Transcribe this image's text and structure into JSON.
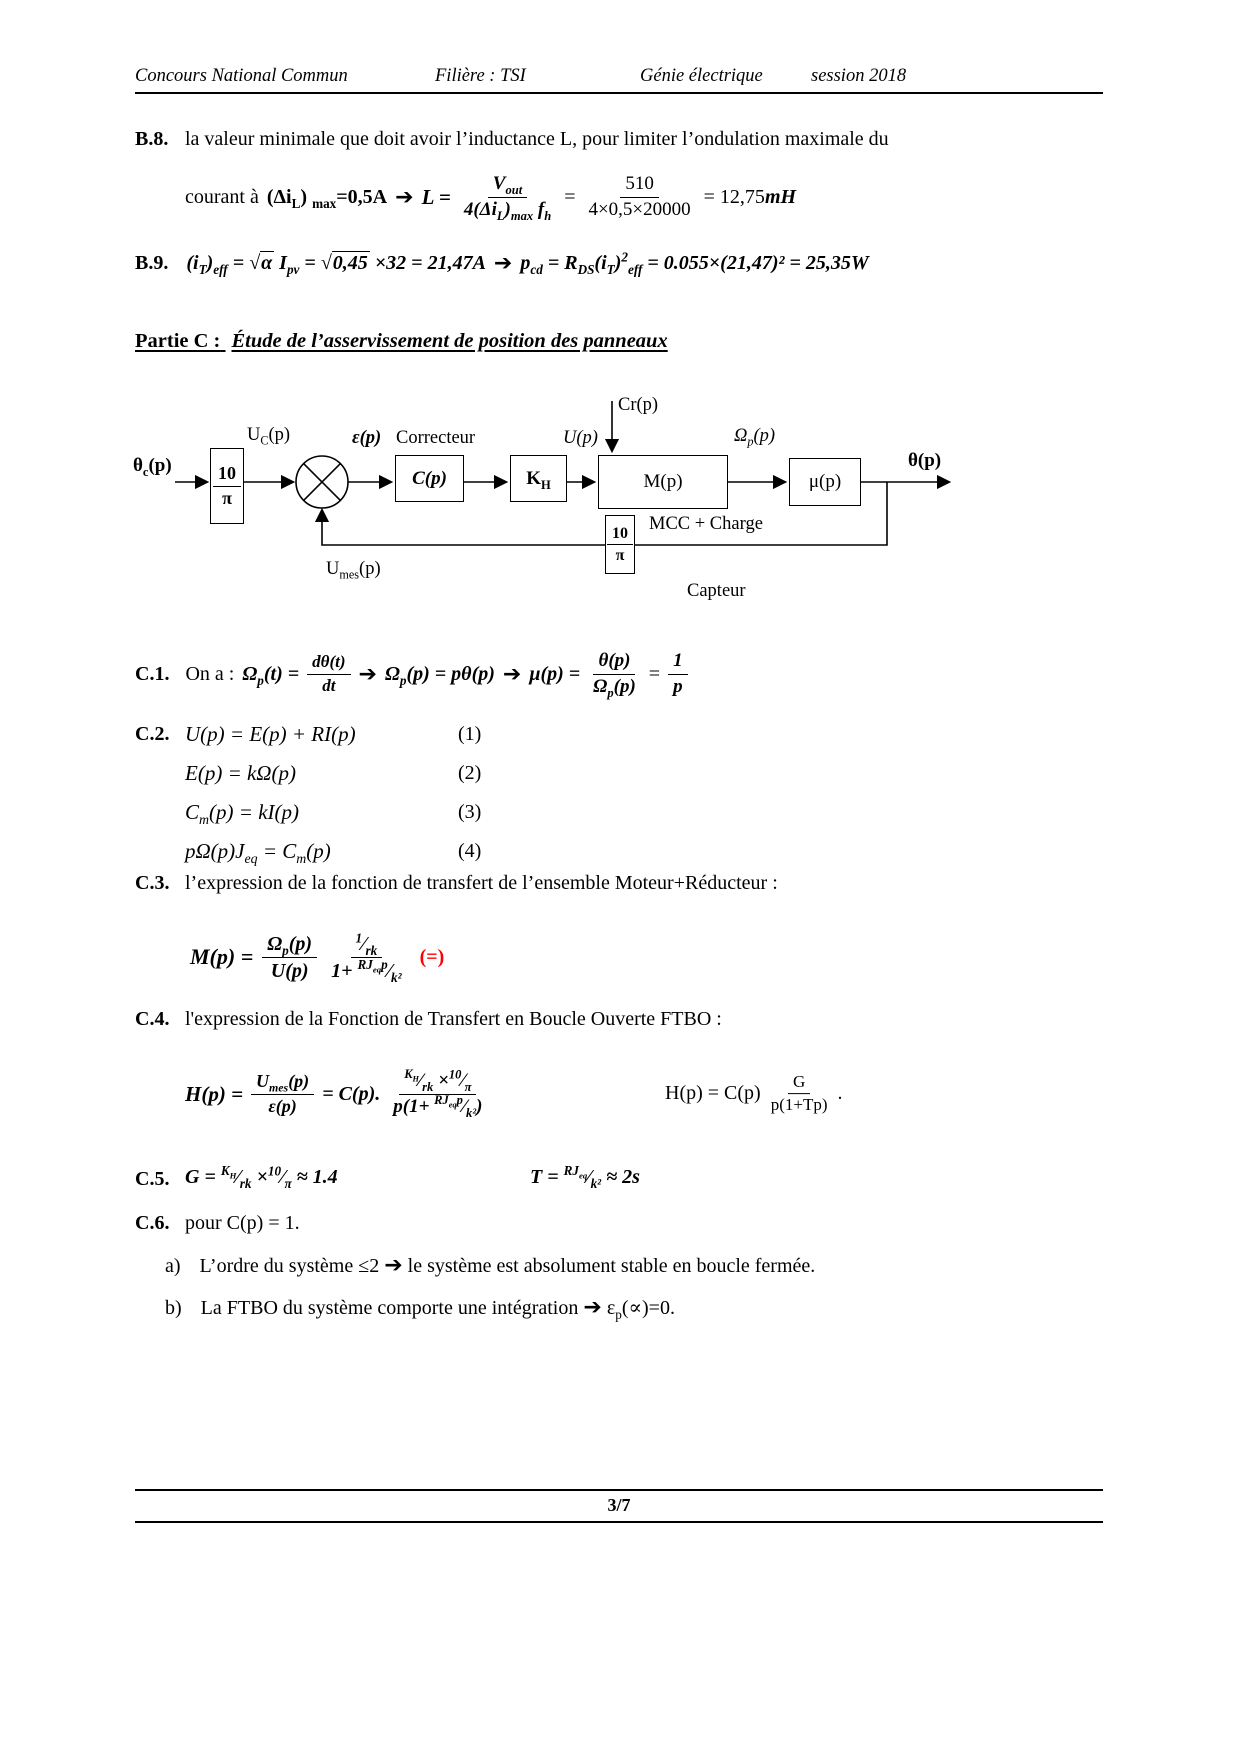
{
  "colors": {
    "accent_red": "#FF0000"
  },
  "header": {
    "col1": "Concours National Commun",
    "col2": "Filière : TSI",
    "col3": "Génie électrique",
    "col4": "session 2018"
  },
  "b8": {
    "label": "B.8.",
    "line1": "la valeur minimale que doit avoir l’inductance L, pour limiter l’ondulation maximale du",
    "line2_prefix": "courant à ",
    "condition_html": "(Δi<sub>L</sub>) <sub>max</sub>=0,5A",
    "arrow": "➔",
    "lhs_html": "L =",
    "frac1_num_html": "V<sub>out</sub>",
    "frac1_den_html": "4(Δi<sub>L</sub>)<sub>max</sub> f<sub>h</sub>",
    "equals": "=",
    "frac2_num": "510",
    "frac2_den": "4×0,5×20000",
    "result_html": "= 12,75<b><i>mH</i></b>"
  },
  "b9": {
    "label": "B.9.",
    "formula1_html": "(i<sub>T</sub>)<sub>eff</sub> = √<span class='rad'>α</span> I<sub>pv</sub> = √<span class='rad'>0,45</span> ×32 = 21,47A",
    "arrow": "➔",
    "formula2_html": "p<sub>cd</sub> = R<sub>DS</sub>(i<sub>T</sub>)<sup>2</sup><sub>eff</sub> = 0.055×(21,47)² = 25,35W"
  },
  "partieC": {
    "label": "Partie C :",
    "title": "Étude de l’asservissement de position des panneaux"
  },
  "diagram": {
    "theta_c_html": "θ<sub>c</sub>(p)",
    "block1_num": "10",
    "block1_den": "π",
    "uc_html": "U<sub>C</sub>(p)",
    "eps_html": "ε(p)",
    "correcteur": "Correcteur",
    "cp_html": "C(p)",
    "kh_html": "K<sub>H</sub>",
    "up_html": "U(p)",
    "cr_html": "Cr(p)",
    "mp_html": "M(p)",
    "mcc": "MCC + Charge",
    "omega_html": "Ω<sub>p</sub>(p)",
    "mu_html": "μ(p)",
    "theta_html": "θ(p)",
    "capteur_num": "10",
    "capteur_den": "π",
    "capteur": "Capteur",
    "umes_html": "U<sub>mes</sub>(p)"
  },
  "c1": {
    "label": "C.1.",
    "intro": "On a :",
    "lhs_html": "Ω<sub>p</sub>(t) =",
    "f1_num_html": "dθ(t)",
    "f1_den_html": "dt",
    "arrow1": "➔",
    "mid_html": "Ω<sub>p</sub>(p) = pθ(p)",
    "arrow2": "➔",
    "mu_html": "μ(p) =",
    "f2_num_html": "θ(p)",
    "f2_den_html": "Ω<sub>p</sub>(p)",
    "equals": "=",
    "f3_num": "1",
    "f3_den": "p"
  },
  "c2": {
    "label": "C.2.",
    "eqs": [
      {
        "formula_html": "U(p) = E(p) + RI(p)",
        "num": "(1)"
      },
      {
        "formula_html": "E(p) = kΩ(p)",
        "num": "(2)"
      },
      {
        "formula_html": "C<sub>m</sub>(p) = kI(p)",
        "num": "(3)"
      },
      {
        "formula_html": "pΩ(p)J<sub>eq</sub> = C<sub>m</sub>(p)",
        "num": "(4)"
      }
    ]
  },
  "c3": {
    "label": "C.3.",
    "text": "l’expression de la fonction de transfert de l’ensemble Moteur+Réducteur :",
    "lhs_html": "M(p) =",
    "f1_num_html": "Ω<sub>p</sub>(p)",
    "f1_den_html": "U(p)",
    "f2_num_html": "<sup>1</sup>⁄<sub>rk</sub>",
    "f2_den_html": "1+ <sup>RJ<sub>eq</sub>p</sup>⁄<sub>k²</sub>",
    "red_mark": "(=)"
  },
  "c4": {
    "label": "C.4.",
    "text": "l'expression de la Fonction de Transfert en Boucle Ouverte FTBO :",
    "lhs_html": "H(p) =",
    "f1_num_html": "U<sub>mes</sub>(p)",
    "f1_den_html": "ε(p)",
    "mid_html": "= C(p).",
    "f2_num_html": "<sup>K<sub>H</sub></sup>⁄<sub>rk</sub> ×<sup>10</sup>⁄<sub>π</sub>",
    "f2_den_html": "p(1+ <sup>RJ<sub>eq</sub>p</sup>⁄<sub>k²</sub>)",
    "right_lhs": "H(p) = C(p)",
    "f3_num": "G",
    "f3_den": "p(1+Tp)",
    "right_end": "."
  },
  "c5": {
    "label": "C.5.",
    "g_html": "G = <sup>K<sub>H</sub></sup>⁄<sub>rk</sub> ×<sup>10</sup>⁄<sub>π</sub> ≈ 1.4",
    "t_html": "T = <sup>RJ<sub>eq</sub></sup>⁄<sub>k²</sub> ≈ 2s"
  },
  "c6": {
    "label": "C.6.",
    "text": "pour C(p) = 1.",
    "a_label": "a)",
    "a_text1": "L’ordre du système ≤2 ",
    "arrow": "➔",
    "a_text2": " le système est absolument stable en boucle fermée.",
    "b_label": "b)",
    "b_text1": "La FTBO du système comporte une intégration ",
    "b_text2_html": " ε<sub>p</sub>(∝)=0."
  },
  "footer": {
    "page": "3/7"
  }
}
